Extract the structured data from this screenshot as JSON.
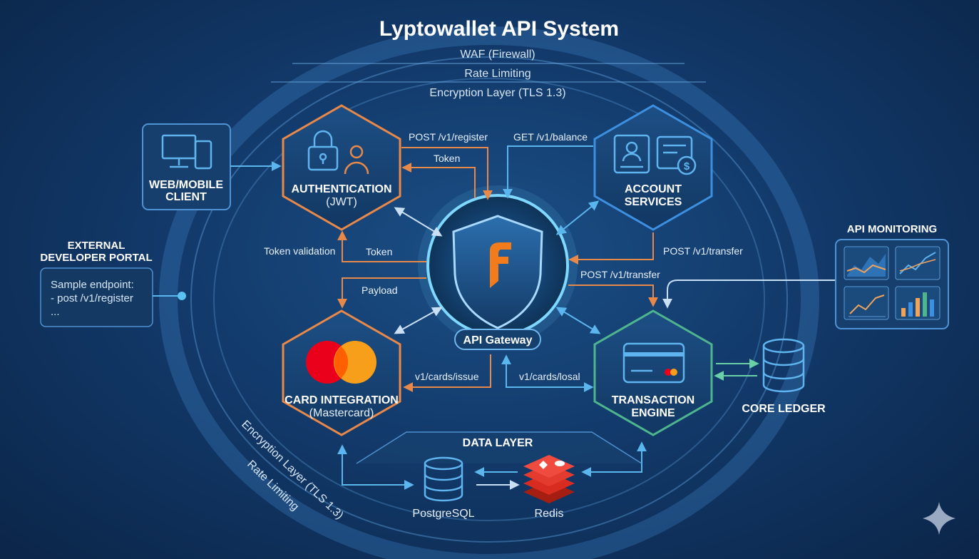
{
  "title": "Lyptowallet API System",
  "rings": {
    "top": [
      "WAF (Firewall)",
      "Rate Limiting",
      "Encryption Layer (TLS 1.3)"
    ],
    "bottom_encryption": "Encryption Layer (TLS 1.3)",
    "bottom_rate": "Rate Limiting"
  },
  "client": {
    "label_1": "WEB/MOBILE",
    "label_2": "CLIENT"
  },
  "developer_portal": {
    "title_1": "EXTERNAL",
    "title_2": "DEVELOPER PORTAL",
    "line_1": "Sample endpoint:",
    "line_2": "-  post /v1/register",
    "line_3": "..."
  },
  "auth": {
    "label_1": "AUTHENTICATION",
    "label_2": "(JWT)"
  },
  "account": {
    "label_1": "ACCOUNT",
    "label_2": "SERVICES"
  },
  "card": {
    "label_1": "CARD INTEGRATION",
    "label_2": "(Mastercard)"
  },
  "transaction": {
    "label_1": "TRANSACTION",
    "label_2": "ENGINE"
  },
  "gateway": {
    "label": "API Gateway"
  },
  "monitoring": {
    "title": "API MONITORING"
  },
  "core_ledger": {
    "label": "CORE LEDGER"
  },
  "data_layer": {
    "title": "DATA LAYER",
    "postgres": "PostgreSQL",
    "redis": "Redis"
  },
  "edges": {
    "post_register": "POST /v1/register",
    "token_top": "Token",
    "get_balance": "GET /v1/balance",
    "token_validation": "Token validation",
    "token_mid": "Token",
    "post_transfer_right": "POST /v1/transfer",
    "post_transfer_mid": "POST /v1/transfer",
    "payload": "Payload",
    "cards_issue": "v1/cards/issue",
    "cards_load": "v1/cards/losal"
  },
  "colors": {
    "auth": "#e8894a",
    "account": "#3d8fe0",
    "card": "#e8894a",
    "transaction": "#4fb58f",
    "gateway_glow": "#6fd0ff",
    "mastercard_red": "#eb001b",
    "mastercard_orange": "#f79e1b"
  },
  "icons": {
    "client": "devices-icon",
    "auth": "lock-user-icon",
    "account": "id-card-dollar-icon",
    "card": "mastercard-logo",
    "transaction": "credit-card-icon",
    "gateway": "shield-logo-icon",
    "ledger": "database-icon",
    "postgres": "database-icon",
    "redis": "redis-logo",
    "monitoring": "chart-icons"
  }
}
